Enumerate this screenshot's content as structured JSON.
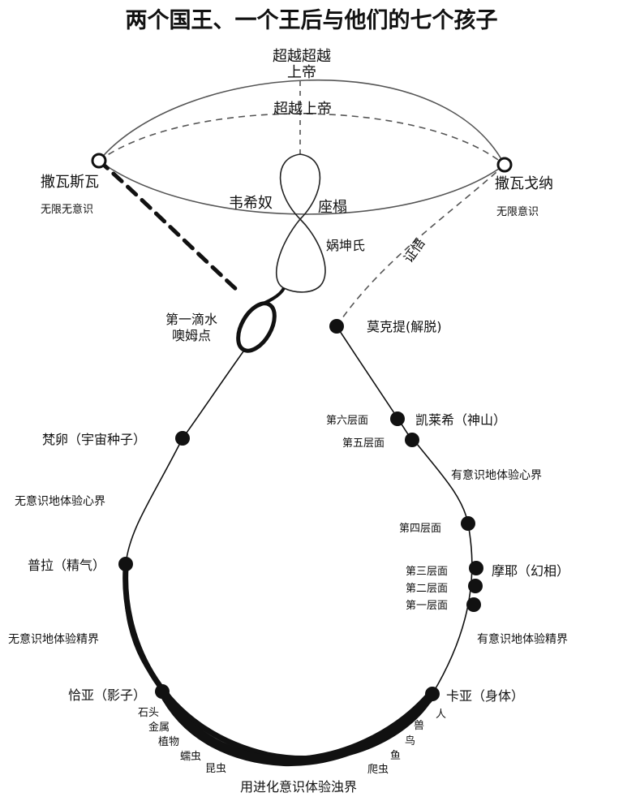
{
  "title": "两个国王、一个王后与他们的七个孩子",
  "top": {
    "supreme_line1": "超越超越",
    "supreme_line2": "上帝",
    "transcendent": "超越上帝"
  },
  "left_king": {
    "name": "撒瓦斯瓦",
    "sub": "无限无意识"
  },
  "right_king": {
    "name": "撒瓦戈纳",
    "sub": "无限意识"
  },
  "center": {
    "left_label": "韦希奴",
    "right_label": "座榻",
    "queen": "娲坤氏",
    "realization": "证悟"
  },
  "left_branch": {
    "drop_line1": "第一滴水",
    "drop_line2": "噢姆点",
    "seed": "梵卵（宇宙种子）",
    "mental_left": "无意识地体验心界",
    "prana": "普拉（精气）",
    "subtle_left": "无意识地体验精界",
    "shadow": "恰亚（影子）"
  },
  "right_branch": {
    "liberation": "莫克提(解脱)",
    "plane6": "第六层面",
    "kailas": "凯莱希（神山）",
    "plane5": "第五层面",
    "mental_right": "有意识地体验心界",
    "plane4": "第四层面",
    "plane3": "第三层面",
    "maya": "摩耶（幻相）",
    "plane2": "第二层面",
    "plane1": "第一层面",
    "subtle_right": "有意识地体验精界",
    "body": "卡亚（身体）"
  },
  "evolution": {
    "left": [
      "石头",
      "金属",
      "植物",
      "蠕虫",
      "昆虫"
    ],
    "right": [
      "人",
      "兽",
      "鸟",
      "鱼",
      "爬虫"
    ],
    "bottom": "用进化意识体验浊界"
  }
}
